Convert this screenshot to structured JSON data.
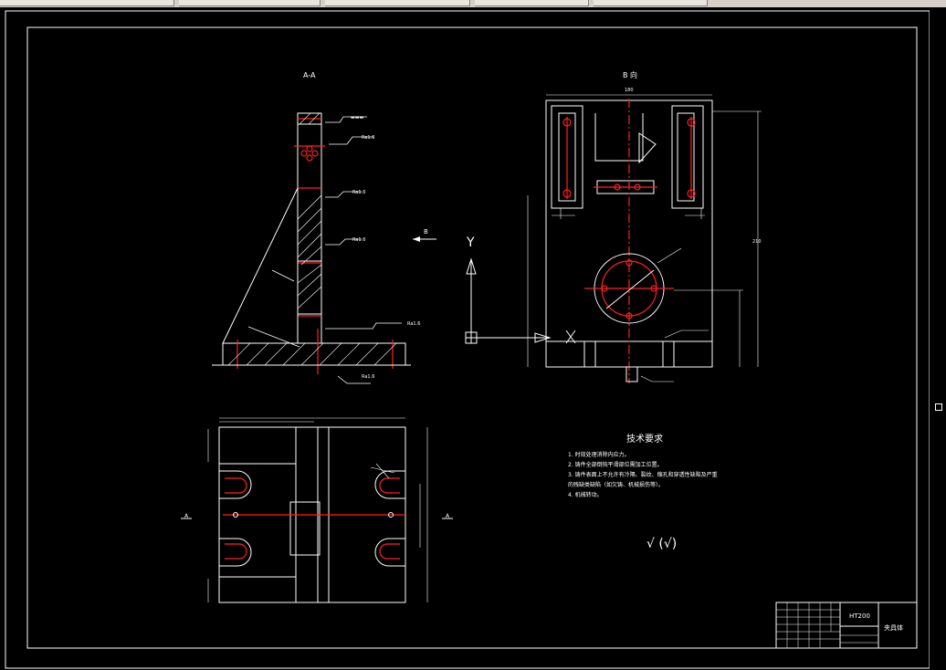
{
  "drawing": {
    "section_label": "A-A",
    "view_label": "B 向",
    "arrow_label": "B",
    "axis_y": "Y",
    "section_mark_left": "A",
    "section_mark_right": "A",
    "tech_title": "技术要求",
    "tech_items": [
      "1. 时效处理消除内应力。",
      "2. 铸件全部倒钝平滑部位需加工位置。",
      "3. 铸件表面上不允许有冷隔、裂纹、缩孔和穿透性缺陷及严重",
      "的残缺类缺陷（如欠铸、机械损伤等）。",
      "4. 机械转动。"
    ],
    "roughness_symbol": "√ (√)",
    "title_block": {
      "material": "HT200",
      "part_name": "夹具体"
    }
  },
  "colors": {
    "background": "#000000",
    "line": "#ffffff",
    "center_line": "#ff2020",
    "toolbar": "#d4d0c8"
  }
}
